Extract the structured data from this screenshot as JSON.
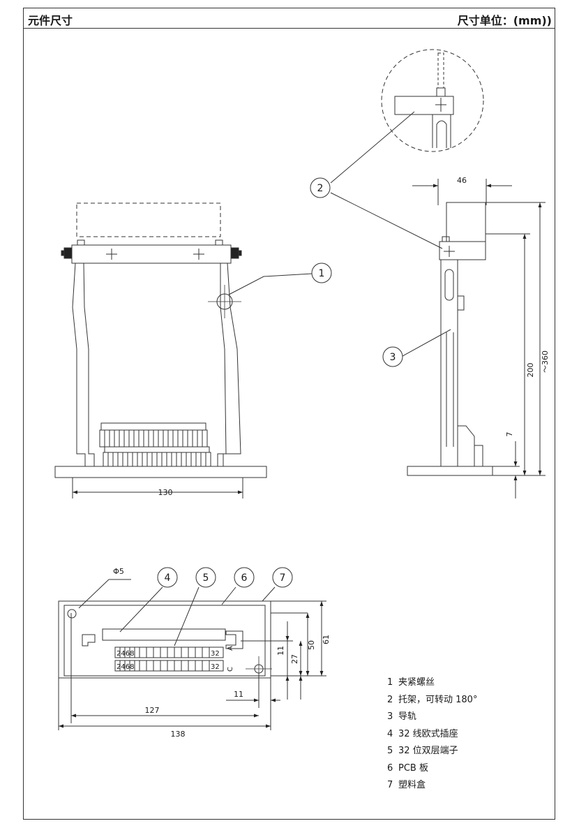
{
  "header": {
    "title": "元件尺寸",
    "unit_label": "尺寸单位：(mm))"
  },
  "callouts": {
    "c1": "1",
    "c2": "2",
    "c3": "3",
    "c4": "4",
    "c5": "5",
    "c6": "6",
    "c7": "7"
  },
  "dimensions": {
    "front_width": "130",
    "side_width": "46",
    "height_inner": "200",
    "height_range": "～360",
    "base_thickness": "7",
    "hole_dia": "Φ5",
    "d11_vertical": "11",
    "d27": "27",
    "d50": "50",
    "d61": "61",
    "d11_horizontal": "11",
    "d127": "127",
    "d138": "138"
  },
  "connector": {
    "row_top": "2468",
    "row_bottom": "2468",
    "end_top": "32",
    "end_bottom": "32",
    "label_a": "A",
    "label_c": "C"
  },
  "legend": [
    {
      "num": "1",
      "text": "夹紧螺丝"
    },
    {
      "num": "2",
      "text": "托架，可转动 180°"
    },
    {
      "num": "3",
      "text": "导轨"
    },
    {
      "num": "4",
      "text": "32 线欧式插座"
    },
    {
      "num": "5",
      "text": "32 位双层端子"
    },
    {
      "num": "6",
      "text": "PCB 板"
    },
    {
      "num": "7",
      "text": "塑料盒"
    }
  ]
}
